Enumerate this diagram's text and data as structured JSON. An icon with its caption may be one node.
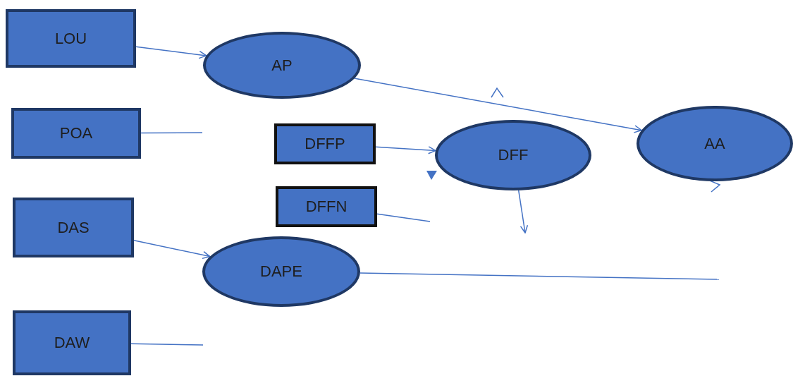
{
  "diagram": {
    "nodes": [
      {
        "text": [
          "LOU"
        ]
      },
      {
        "text": [
          "AP"
        ]
      },
      {
        "text": [
          "POA"
        ]
      },
      {
        "text": [
          "DFFP"
        ]
      },
      {
        "text": [
          "DFFN"
        ]
      },
      {
        "text": [
          "DFF"
        ]
      },
      {
        "text": [
          "AA"
        ]
      },
      {
        "text": [
          "DAS"
        ]
      },
      {
        "text": [
          "DAPE"
        ]
      },
      {
        "text": [
          "DAW"
        ]
      }
    ],
    "edges": [
      {
        "from": 0,
        "to": 1,
        "arrow": "to"
      },
      {
        "from": 1,
        "to": 6,
        "arrow": "to"
      },
      {
        "from": 2,
        "to": null,
        "arrow": "none"
      },
      {
        "from": 3,
        "to": 5,
        "arrow": "to"
      },
      {
        "from": 4,
        "to": null,
        "arrow": "none"
      },
      {
        "from": 5,
        "to": null,
        "arrow": "to"
      },
      {
        "from": 7,
        "to": 8,
        "arrow": "to"
      },
      {
        "from": 8,
        "to": null,
        "arrow": "none"
      },
      {
        "from": 9,
        "to": null,
        "arrow": "none"
      }
    ]
  }
}
